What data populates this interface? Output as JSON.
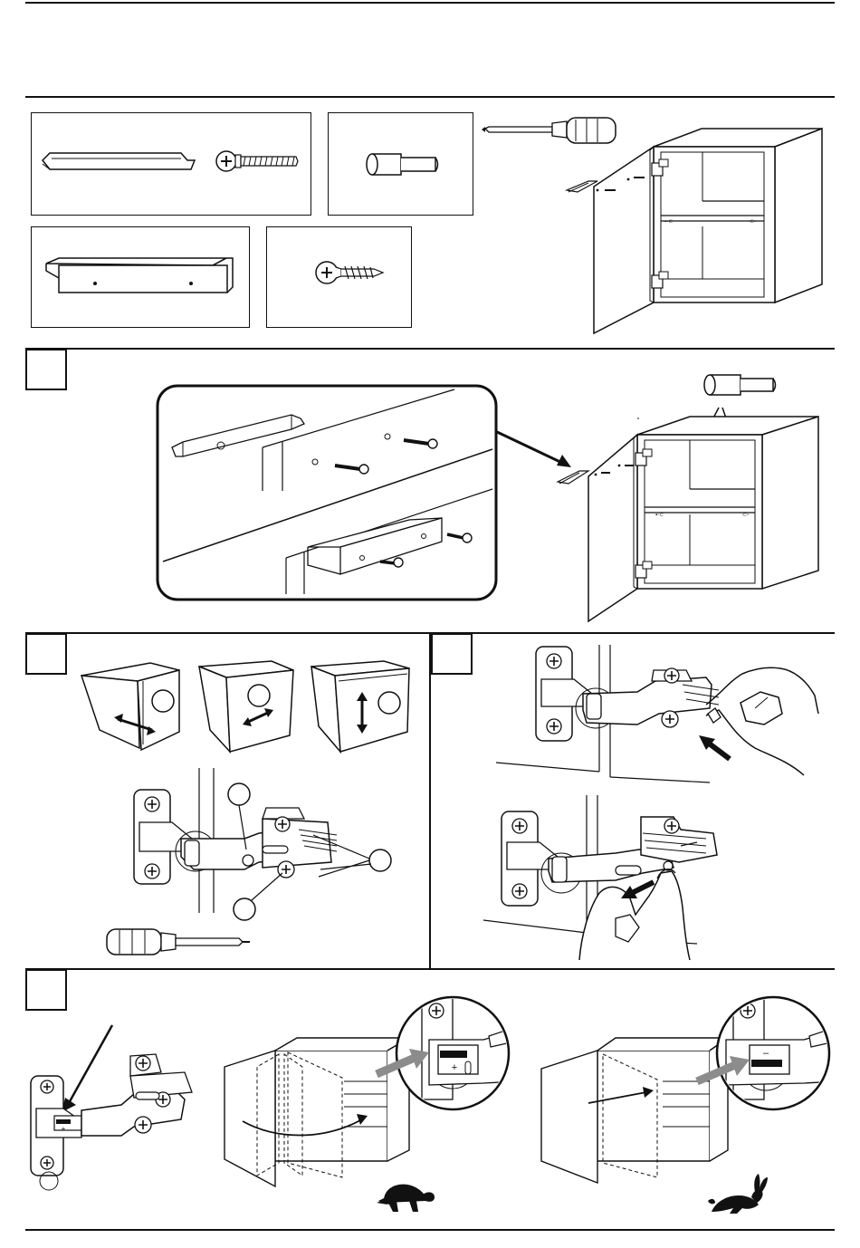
{
  "page": {
    "title": "Cabinet door handle, shelf and hinge adjustment instructions"
  },
  "parts": [
    {
      "id": "handle-with-bolt",
      "icon": "handle-profile-and-bolt-icon"
    },
    {
      "id": "shelf-pin",
      "icon": "shelf-pin-icon"
    },
    {
      "id": "profile-handle",
      "icon": "angle-handle-icon"
    },
    {
      "id": "wood-screw",
      "icon": "wood-screw-icon"
    }
  ],
  "tools": [
    {
      "id": "screwdriver",
      "icon": "phillips-screwdriver-icon"
    }
  ],
  "steps": [
    {
      "id": "step-1",
      "number": "",
      "content": "handle-and-shelf-pin-installation"
    },
    {
      "id": "step-2",
      "number": "",
      "content": "hinge-three-axis-adjustment"
    },
    {
      "id": "step-3",
      "number": "",
      "content": "hinge-clip-release"
    },
    {
      "id": "step-4",
      "number": "",
      "content": "soft-close-speed-adjustment"
    }
  ],
  "hinge_labels": {
    "plus": "+",
    "minus": "–"
  },
  "speed_icons": [
    {
      "name": "slow",
      "icon": "turtle-icon"
    },
    {
      "name": "fast",
      "icon": "rabbit-icon"
    }
  ],
  "colors": {
    "line": "#111111",
    "arrow_fill": "#8c8c8c",
    "background": "#ffffff"
  }
}
